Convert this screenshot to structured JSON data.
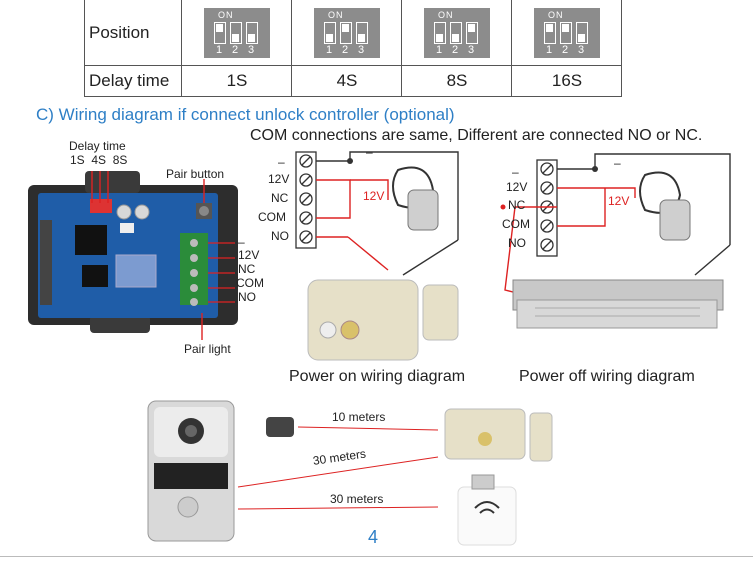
{
  "table": {
    "position_label": "Position",
    "delay_label": "Delay time",
    "dip_on": "ON",
    "dip_numbers": [
      "1",
      "2",
      "3"
    ],
    "delays": [
      "1S",
      "4S",
      "8S",
      "16S"
    ]
  },
  "section_title": "C) Wiring diagram if connect unlock controller (optional)",
  "com_note": "COM connections are same, Different are connected NO or NC.",
  "controller": {
    "delay_time": "Delay time",
    "delay_opts": "1S  4S  8S",
    "pair_button": "Pair button",
    "pair_light": "Pair light",
    "terminals": [
      "–",
      "12V",
      "NC",
      "COM",
      "NO"
    ]
  },
  "power_on": {
    "terminals": [
      "–",
      "12V",
      "NC",
      "COM",
      "NO"
    ],
    "minus": "–",
    "volt": "12V",
    "caption": "Power on wiring diagram"
  },
  "power_off": {
    "terminals": [
      "–",
      "12V",
      "NC",
      "COM",
      "NO"
    ],
    "minus": "–",
    "volt": "12V",
    "caption": "Power off wiring diagram"
  },
  "distances": {
    "remote": "10 meters",
    "lock": "30 meters",
    "usb": "30 meters"
  },
  "page_number": "4",
  "colors": {
    "accent": "#2e7fc6",
    "wire_red": "#d22222",
    "dip_gray": "#8c8c8c"
  }
}
